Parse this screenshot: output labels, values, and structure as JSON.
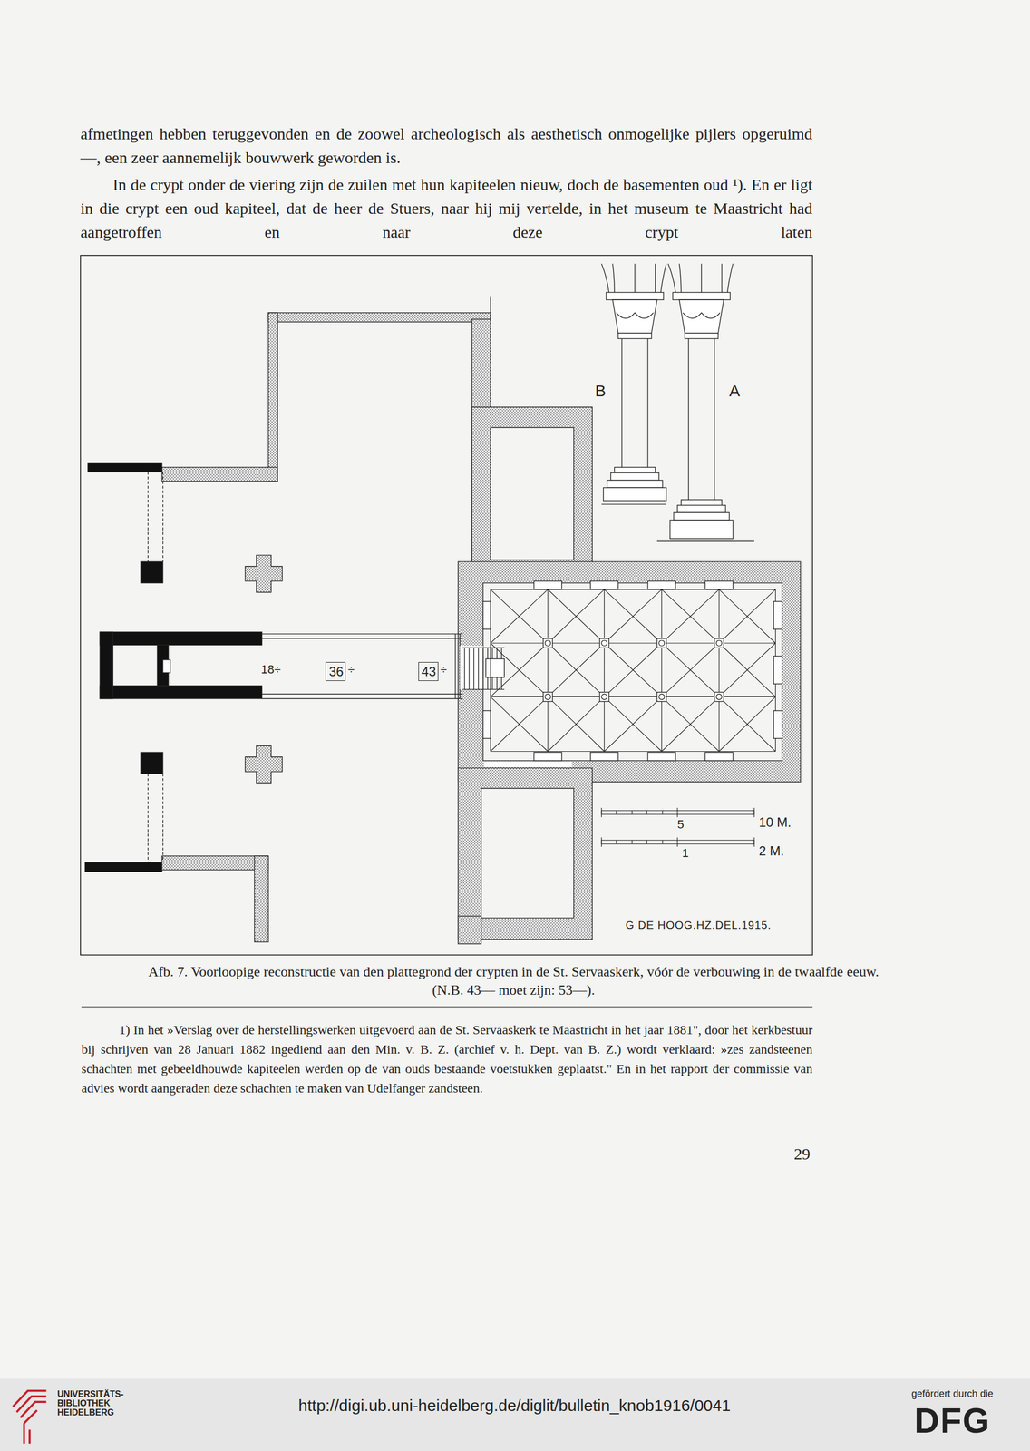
{
  "diagram": {
    "caption": "Afb. 7. Voorloopige reconstructie van den plattegrond der crypten in de St. Servaaskerk, vóór de verbouwing in de twaalfde eeuw. (N.B. 43— moet zijn: 53—).",
    "nodes": [
      {
        "text": [
          "36"
        ]
      },
      {
        "text": [
          "43"
        ]
      }
    ],
    "labels": [
      "afmetingen hebben teruggevonden en de zoowel archeologisch als aesthetisch onmogelijke pijlers opgeruimd —, een zeer aannemelijk bouwwerk geworden is.",
      "In de crypt onder de viering zijn de zuilen met hun kapiteelen nieuw, doch de basementen oud ¹). En er ligt in die crypt een oud kapiteel, dat de heer de Stuers, naar hij mij vertelde, in het museum te Maastricht had aangetroffen en naar deze crypt laten",
      "B",
      "A",
      "18÷",
      "÷",
      "÷",
      "5",
      "10 M.",
      "1",
      "2 M.",
      "G DE HOOG.HZ.DEL.1915.",
      "1) In het »Verslag over de herstellingswerken uitgevoerd aan de St. Servaaskerk te Maastricht in het jaar 1881\", door het kerkbestuur bij schrijven van 28 Januari 1882 ingediend aan den Min. v. B. Z. (archief v. h. Dept. van B. Z.) wordt verklaard: »zes zandsteenen schachten met gebeeldhouwde kapiteelen werden op de van ouds bestaande voetstukken geplaatst.\" En in het rapport der commissie van advies wordt aangeraden deze schachten te maken van Udelfanger zandsteen.",
      "29",
      "http://digi.ub.uni-heidelberg.de/diglit/bulletin_knob1916/0041",
      "UNIVERSITÄTS-",
      "BIBLIOTHEK",
      "HEIDELBERG",
      "gefördert durch die",
      "DFG"
    ]
  }
}
